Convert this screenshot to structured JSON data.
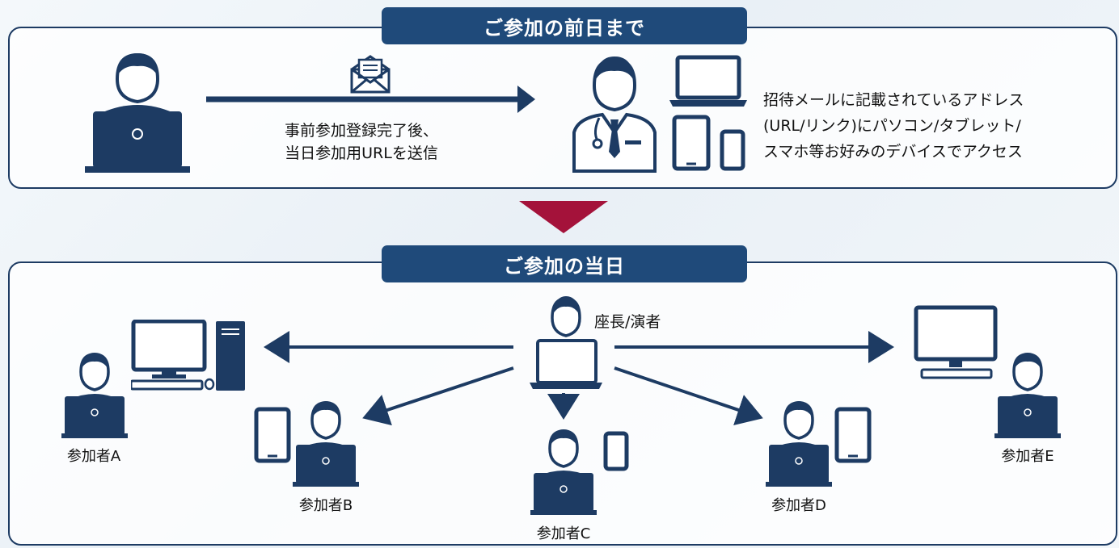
{
  "header_before": "ご参加の前日まで",
  "header_day": "ご参加の当日",
  "send_caption": [
    "事前参加登録完了後、",
    "当日参加用URLを送信"
  ],
  "access_caption": [
    "招待メールに記載されているアドレス",
    "(URL/リンク)にパソコン/タブレット/",
    "スマホ等お好みのデバイスでアクセス"
  ],
  "presenter_label": "座長/演者",
  "participants": [
    "参加者A",
    "参加者B",
    "参加者C",
    "参加者D",
    "参加者E"
  ],
  "colors": {
    "navy": "#1f4a7a",
    "dark_navy": "#1d3b63",
    "arrow_red": "#a4123a"
  },
  "icons": [
    "envelope-icon",
    "doctor-icon",
    "laptop-icon",
    "tablet-icon",
    "smartphone-icon",
    "desktop-pc-icon",
    "monitor-icon",
    "person-icon"
  ]
}
